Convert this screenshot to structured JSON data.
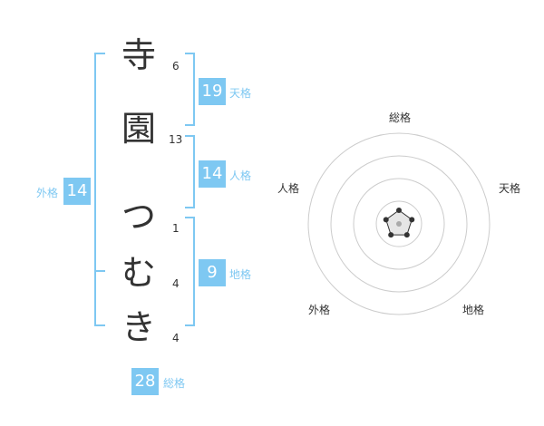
{
  "name": {
    "characters": [
      {
        "char": "寺",
        "strokes": "6"
      },
      {
        "char": "園",
        "strokes": "13"
      },
      {
        "char": "つ",
        "strokes": "1"
      },
      {
        "char": "む",
        "strokes": "4"
      },
      {
        "char": "き",
        "strokes": "4"
      }
    ]
  },
  "fortune": {
    "tenkaku": {
      "label": "天格",
      "value": "19"
    },
    "jinkaku": {
      "label": "人格",
      "value": "14"
    },
    "chikaku": {
      "label": "地格",
      "value": "9"
    },
    "gaikaku": {
      "label": "外格",
      "value": "14"
    },
    "soukaku": {
      "label": "総格",
      "value": "28"
    }
  },
  "radar": {
    "labels": {
      "top": "総格",
      "upper_right": "天格",
      "lower_right": "地格",
      "lower_left": "外格",
      "upper_left": "人格"
    },
    "levels": 4,
    "scores": {
      "soukaku": 1,
      "tenkaku": 1,
      "chikaku": 1,
      "gaikaku": 1,
      "jinkaku": 1
    },
    "ring_color": "#cccccc",
    "fill_color": "#e6e6e6",
    "point_color": "#333333"
  },
  "colors": {
    "accent": "#7ec8f2",
    "text": "#333333"
  }
}
